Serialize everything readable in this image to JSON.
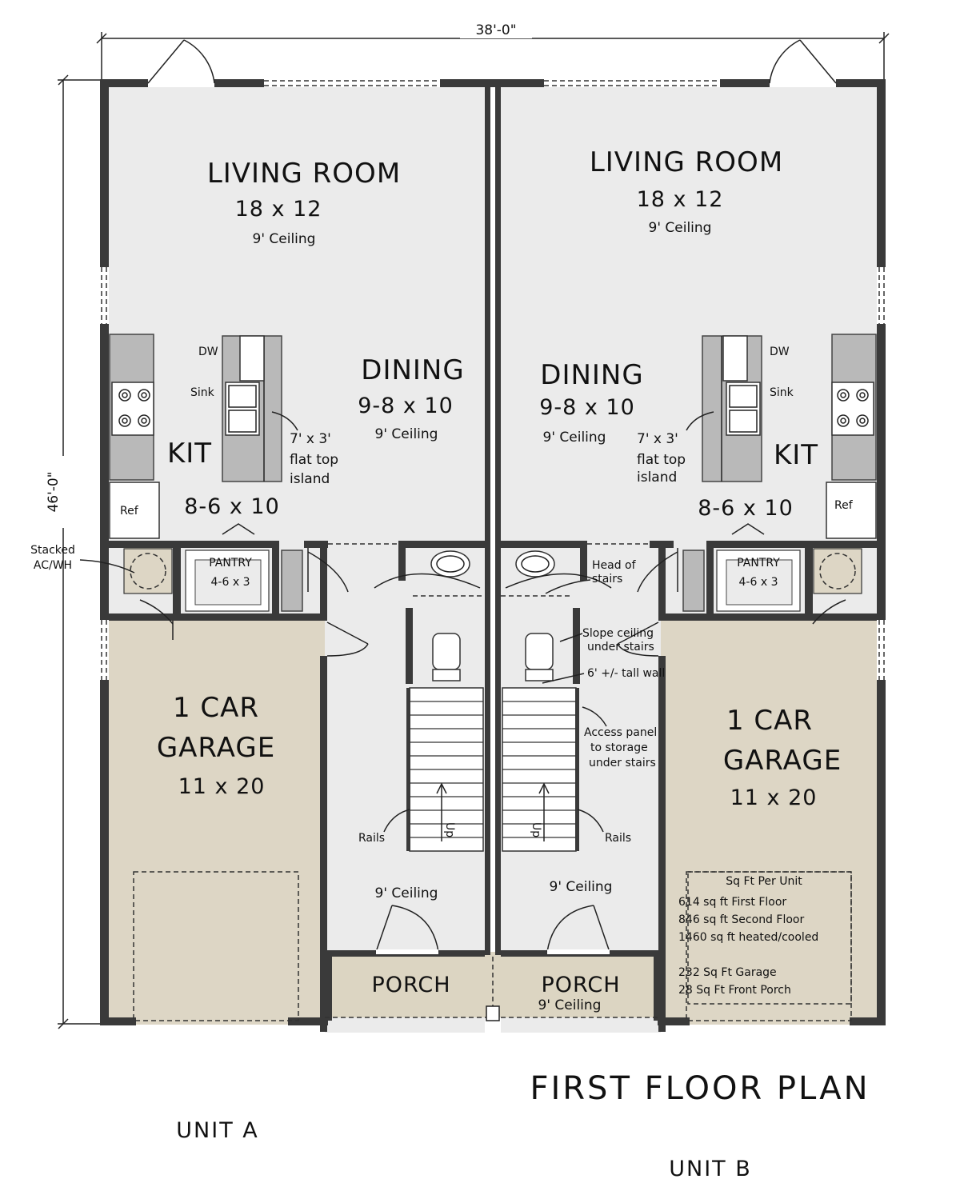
{
  "title": "FIRST FLOOR PLAN",
  "dimensions": {
    "width": "38'-0\"",
    "depth": "46'-0\""
  },
  "unit_a": {
    "label": "UNIT A",
    "living": {
      "name": "LIVING ROOM",
      "size": "18 x 12",
      "ceiling": "9' Ceiling"
    },
    "dining": {
      "name": "DINING",
      "size": "9-8 x 10",
      "ceiling": "9' Ceiling"
    },
    "kitchen": {
      "name": "KIT",
      "size": "8-6 x 10",
      "dw": "DW",
      "sink": "Sink",
      "ref": "Ref",
      "island_line1": "7' x 3'",
      "island_line2": "flat top",
      "island_line3": "island"
    },
    "pantry": {
      "name": "PANTRY",
      "size": "4-6 x 3"
    },
    "acwh": {
      "line1": "Stacked",
      "line2": "AC/WH"
    },
    "garage": {
      "line1": "1 CAR",
      "line2": "GARAGE",
      "size": "11 x 20"
    },
    "rails": "Rails",
    "up": "Up",
    "foyer_ceiling": "9' Ceiling",
    "porch": "PORCH"
  },
  "unit_b": {
    "label": "UNIT B",
    "living": {
      "name": "LIVING ROOM",
      "size": "18 x 12",
      "ceiling": "9' Ceiling"
    },
    "dining": {
      "name": "DINING",
      "size": "9-8 x 10",
      "ceiling": "9' Ceiling"
    },
    "kitchen": {
      "name": "KIT",
      "size": "8-6 x 10",
      "dw": "DW",
      "sink": "Sink",
      "ref": "Ref",
      "island_line1": "7' x 3'",
      "island_line2": "flat top",
      "island_line3": "island"
    },
    "pantry": {
      "name": "PANTRY",
      "size": "4-6 x 3"
    },
    "garage": {
      "line1": "1 CAR",
      "line2": "GARAGE",
      "size": "11 x 20"
    },
    "rails": "Rails",
    "up": "Up",
    "foyer_ceiling": "9' Ceiling",
    "porch": "PORCH",
    "porch_ceiling": "9' Ceiling",
    "notes": {
      "head_line1": "Head of",
      "head_line2": "stairs",
      "slope_line1": "Slope ceiling",
      "slope_line2": "under stairs",
      "wall": "6' +/- tall wall",
      "access_line1": "Access panel",
      "access_line2": "to storage",
      "access_line3": "under stairs"
    },
    "sqft": {
      "heading": "Sq Ft Per Unit",
      "first": "614 sq ft First Floor",
      "second": "846 sq ft Second Floor",
      "heated": "1460 sq ft heated/cooled",
      "garage": "232 Sq Ft Garage",
      "porch": "28 Sq Ft Front Porch"
    }
  },
  "colors": {
    "interior": "#ebebeb",
    "garage": "#ddd6c5",
    "porch": "#dcd5c2",
    "wall": "#3a3a3a",
    "counter": "#b9b9b9"
  }
}
